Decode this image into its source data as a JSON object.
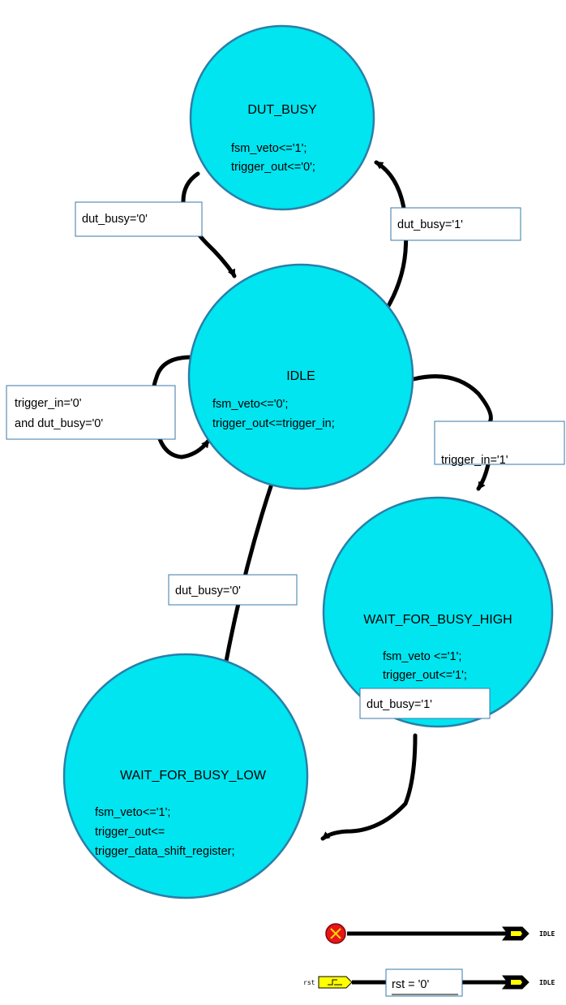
{
  "states": {
    "dut_busy": {
      "title": "DUT_BUSY",
      "lines": [
        "fsm_veto<='1';",
        "trigger_out<='0';"
      ]
    },
    "idle": {
      "title": "IDLE",
      "lines": [
        "fsm_veto<='0';",
        "trigger_out<=trigger_in;"
      ]
    },
    "wait_high": {
      "title": "WAIT_FOR_BUSY_HIGH",
      "lines": [
        "fsm_veto <='1';",
        "trigger_out<='1';"
      ]
    },
    "wait_low": {
      "title": "WAIT_FOR_BUSY_LOW",
      "lines": [
        "fsm_veto<='1';",
        "trigger_out<=",
        "trigger_data_shift_register;"
      ]
    }
  },
  "transitions": {
    "busy_to_idle": [
      "dut_busy='0'"
    ],
    "idle_to_busy": [
      "dut_busy='1'"
    ],
    "idle_self": [
      "trigger_in='0'",
      "and dut_busy='0'"
    ],
    "idle_to_wait_high": [
      "trigger_in='1'"
    ],
    "low_to_idle": [
      "dut_busy='0'"
    ],
    "high_to_low": [
      "dut_busy='1'"
    ]
  },
  "reset": {
    "target_1": "IDLE",
    "target_2": "IDLE",
    "port_label": "rst",
    "condition": "rst = '0'"
  },
  "colors": {
    "state_fill": "#00e5f0",
    "state_stroke": "#2a7fa8",
    "label_border": "#3a78a8",
    "port_fill": "#ffff00"
  }
}
